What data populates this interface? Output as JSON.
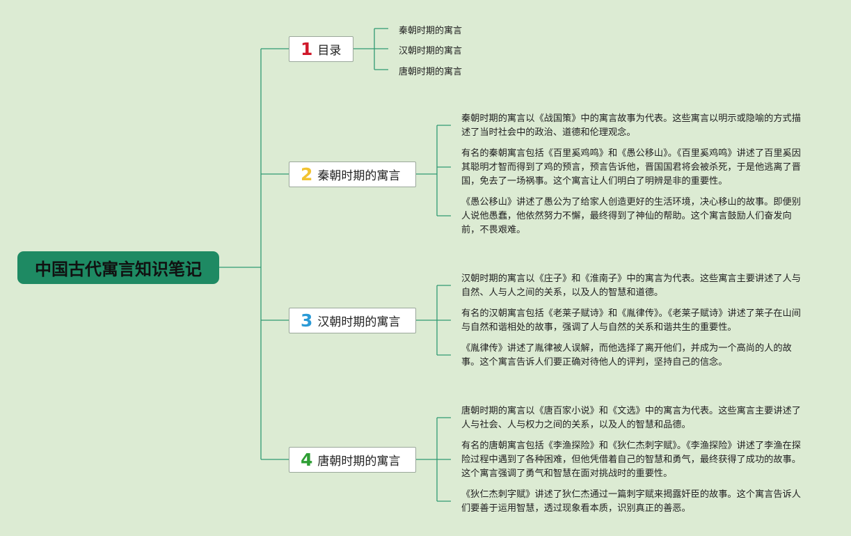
{
  "root": {
    "title": "中国古代寓言知识笔记"
  },
  "colors": {
    "background": "#dcebd3",
    "connector": "#2f9a72",
    "root": "#1e8a63",
    "num1": "#d0182a",
    "num2": "#f2c330",
    "num3": "#2a9ad6",
    "num4": "#2e9e34"
  },
  "branches": [
    {
      "num": "1",
      "label": "目录",
      "items": [
        "秦朝时期的寓言",
        "汉朝时期的寓言",
        "唐朝时期的寓言"
      ]
    },
    {
      "num": "2",
      "label": "秦朝时期的寓言",
      "items": [
        "秦朝时期的寓言以《战国策》中的寓言故事为代表。这些寓言以明示或隐喻的方式描述了当时社会中的政治、道德和伦理观念。",
        "有名的秦朝寓言包括《百里奚鸡鸣》和《愚公移山》。《百里奚鸡鸣》讲述了百里奚因其聪明才智而得到了鸡的预言，预言告诉他，晋国国君将会被杀死，于是他逃离了晋国，免去了一场祸事。这个寓言让人们明白了明辨是非的重要性。",
        "《愚公移山》讲述了愚公为了给家人创造更好的生活环境，决心移山的故事。即便别人说他愚蠢，他依然努力不懈，最终得到了神仙的帮助。这个寓言鼓励人们奋发向前，不畏艰难。"
      ]
    },
    {
      "num": "3",
      "label": "汉朝时期的寓言",
      "items": [
        "汉朝时期的寓言以《庄子》和《淮南子》中的寓言为代表。这些寓言主要讲述了人与自然、人与人之间的关系，以及人的智慧和道德。",
        "有名的汉朝寓言包括《老莱子赋诗》和《胤律传》。《老莱子赋诗》讲述了莱子在山间与自然和谐相处的故事，强调了人与自然的关系和谐共生的重要性。",
        "《胤律传》讲述了胤律被人误解，而他选择了离开他们，并成为一个高尚的人的故事。这个寓言告诉人们要正确对待他人的评判，坚持自己的信念。"
      ]
    },
    {
      "num": "4",
      "label": "唐朝时期的寓言",
      "items": [
        "唐朝时期的寓言以《唐百家小说》和《文选》中的寓言为代表。这些寓言主要讲述了人与社会、人与权力之间的关系，以及人的智慧和品德。",
        "有名的唐朝寓言包括《李渔探险》和《狄仁杰刺字赋》。《李渔探险》讲述了李渔在探险过程中遇到了各种困难，但他凭借着自己的智慧和勇气，最终获得了成功的故事。这个寓言强调了勇气和智慧在面对挑战时的重要性。",
        "《狄仁杰刺字赋》讲述了狄仁杰通过一篇刺字赋来揭露奸臣的故事。这个寓言告诉人们要善于运用智慧，透过现象看本质，识别真正的善恶。"
      ]
    }
  ]
}
